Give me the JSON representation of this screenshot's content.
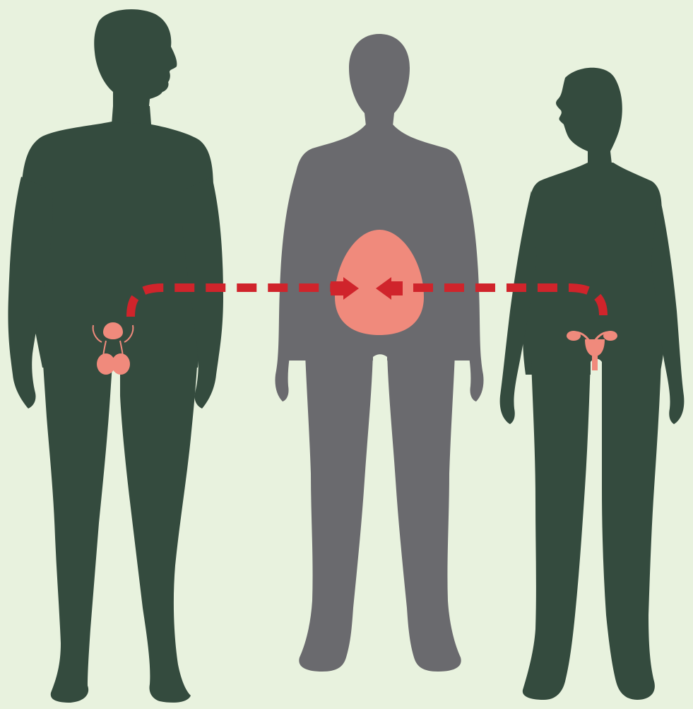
{
  "diagram": {
    "background": "#e8f2de",
    "figures": [
      {
        "id": "male",
        "color": "#344b3e",
        "organ_icon": "male-reproductive-organs-icon"
      },
      {
        "id": "offspring",
        "color": "#6a6a6e",
        "organ_icon": "zygote-egg-icon"
      },
      {
        "id": "female",
        "color": "#344b3e",
        "organ_icon": "female-reproductive-organs-icon"
      }
    ],
    "organ_color": "#f08a7c",
    "connector_color": "#d0242b",
    "connector_style": "dashed",
    "arrow_icons": [
      "arrow-right-icon",
      "arrow-left-icon"
    ]
  }
}
